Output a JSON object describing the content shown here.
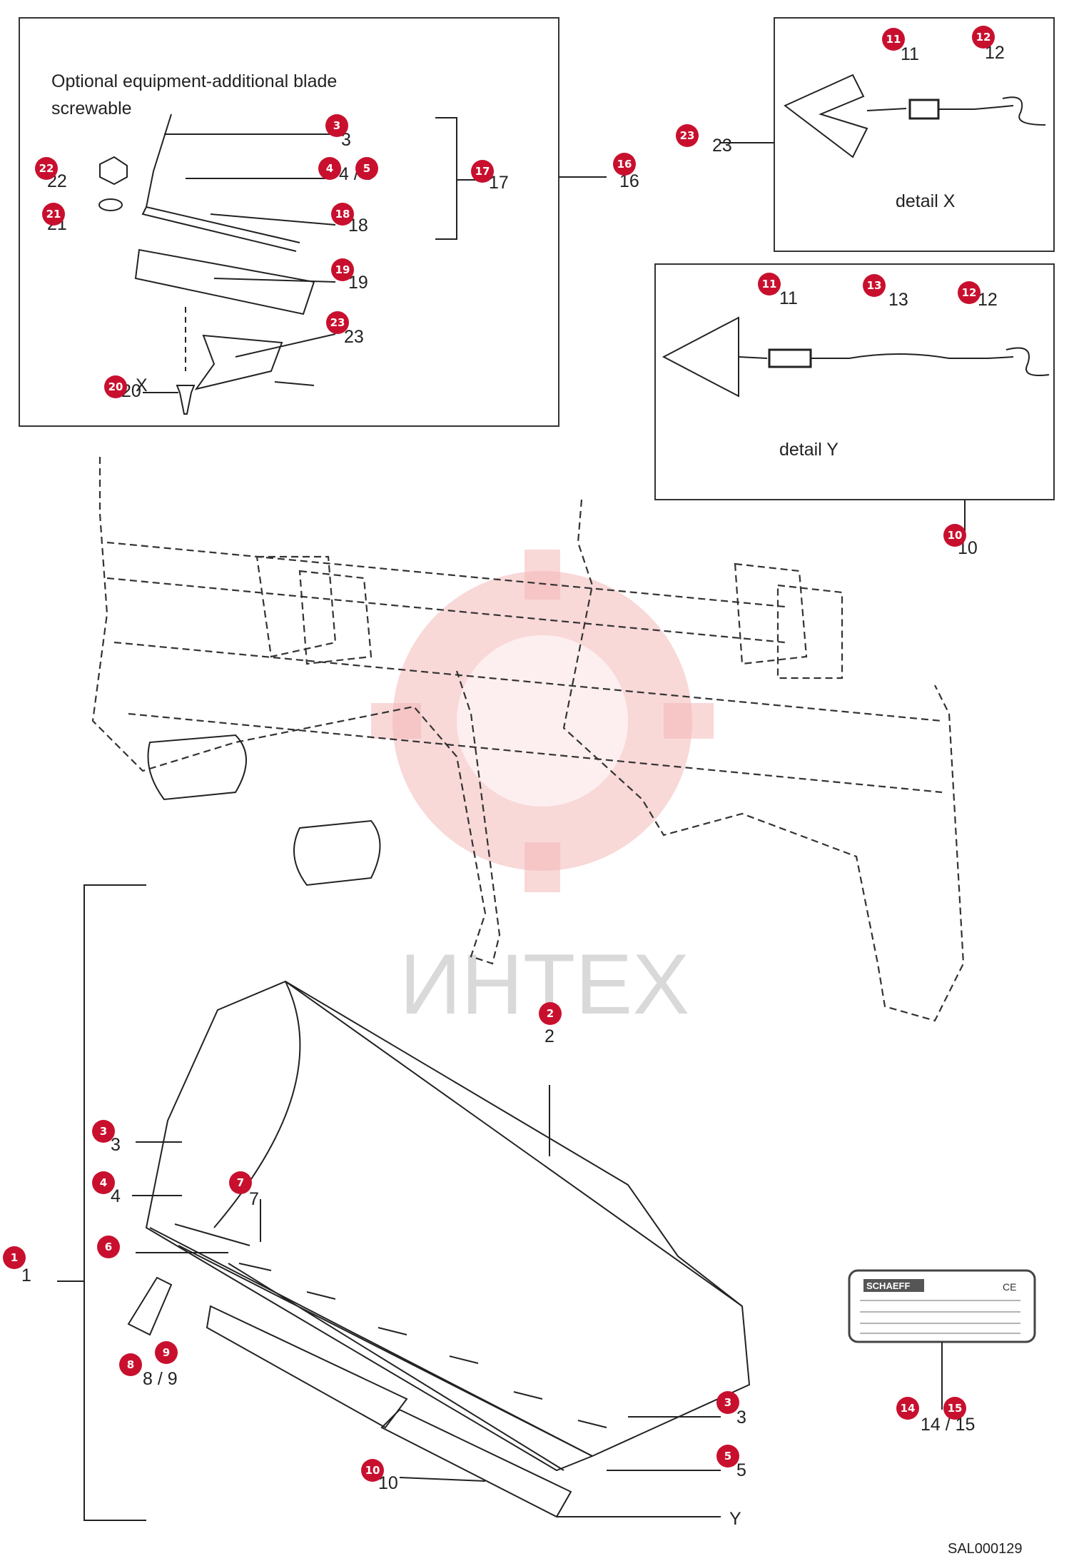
{
  "detail_top_left": {
    "title_line1": "Optional equipment-additional blade",
    "title_line2": "screwable",
    "x_ref": "X"
  },
  "detail_x": {
    "caption": "detail X"
  },
  "detail_y": {
    "caption": "detail Y"
  },
  "bucket": {
    "y_ref": "Y"
  },
  "watermark": {
    "text": "ИНТЕХ"
  },
  "drawing_code": "SAL000129",
  "plate_text": {
    "brand": "SCHAEFF",
    "ce": "CE"
  },
  "callouts": [
    {
      "n": "3"
    },
    {
      "n": "4"
    },
    {
      "n": "5"
    },
    {
      "n": "17"
    },
    {
      "n": "16"
    },
    {
      "n": "18"
    },
    {
      "n": "19"
    },
    {
      "n": "22"
    },
    {
      "n": "21"
    },
    {
      "n": "23"
    },
    {
      "n": "20"
    },
    {
      "n": "11"
    },
    {
      "n": "12"
    },
    {
      "n": "23"
    },
    {
      "n": "11"
    },
    {
      "n": "13"
    },
    {
      "n": "12"
    },
    {
      "n": "10"
    },
    {
      "n": "2"
    },
    {
      "n": "3"
    },
    {
      "n": "4"
    },
    {
      "n": "7"
    },
    {
      "n": "1"
    },
    {
      "n": "6"
    },
    {
      "n": "8"
    },
    {
      "n": "9"
    },
    {
      "n": "3"
    },
    {
      "n": "5"
    },
    {
      "n": "10"
    },
    {
      "n": "14"
    },
    {
      "n": "15"
    }
  ],
  "plain_labels": [
    {
      "t": "3"
    },
    {
      "t": "4 / 5"
    },
    {
      "t": "17"
    },
    {
      "t": "16"
    },
    {
      "t": "18"
    },
    {
      "t": "19"
    },
    {
      "t": "22"
    },
    {
      "t": "21"
    },
    {
      "t": "23"
    },
    {
      "t": "20"
    },
    {
      "t": "11"
    },
    {
      "t": "12"
    },
    {
      "t": "23"
    },
    {
      "t": "11"
    },
    {
      "t": "13"
    },
    {
      "t": "12"
    },
    {
      "t": "10"
    },
    {
      "t": "2"
    },
    {
      "t": "3"
    },
    {
      "t": "4"
    },
    {
      "t": "7"
    },
    {
      "t": "1"
    },
    {
      "t": "8 / 9"
    },
    {
      "t": "3"
    },
    {
      "t": "5"
    },
    {
      "t": "10"
    },
    {
      "t": "14 / 15"
    }
  ]
}
